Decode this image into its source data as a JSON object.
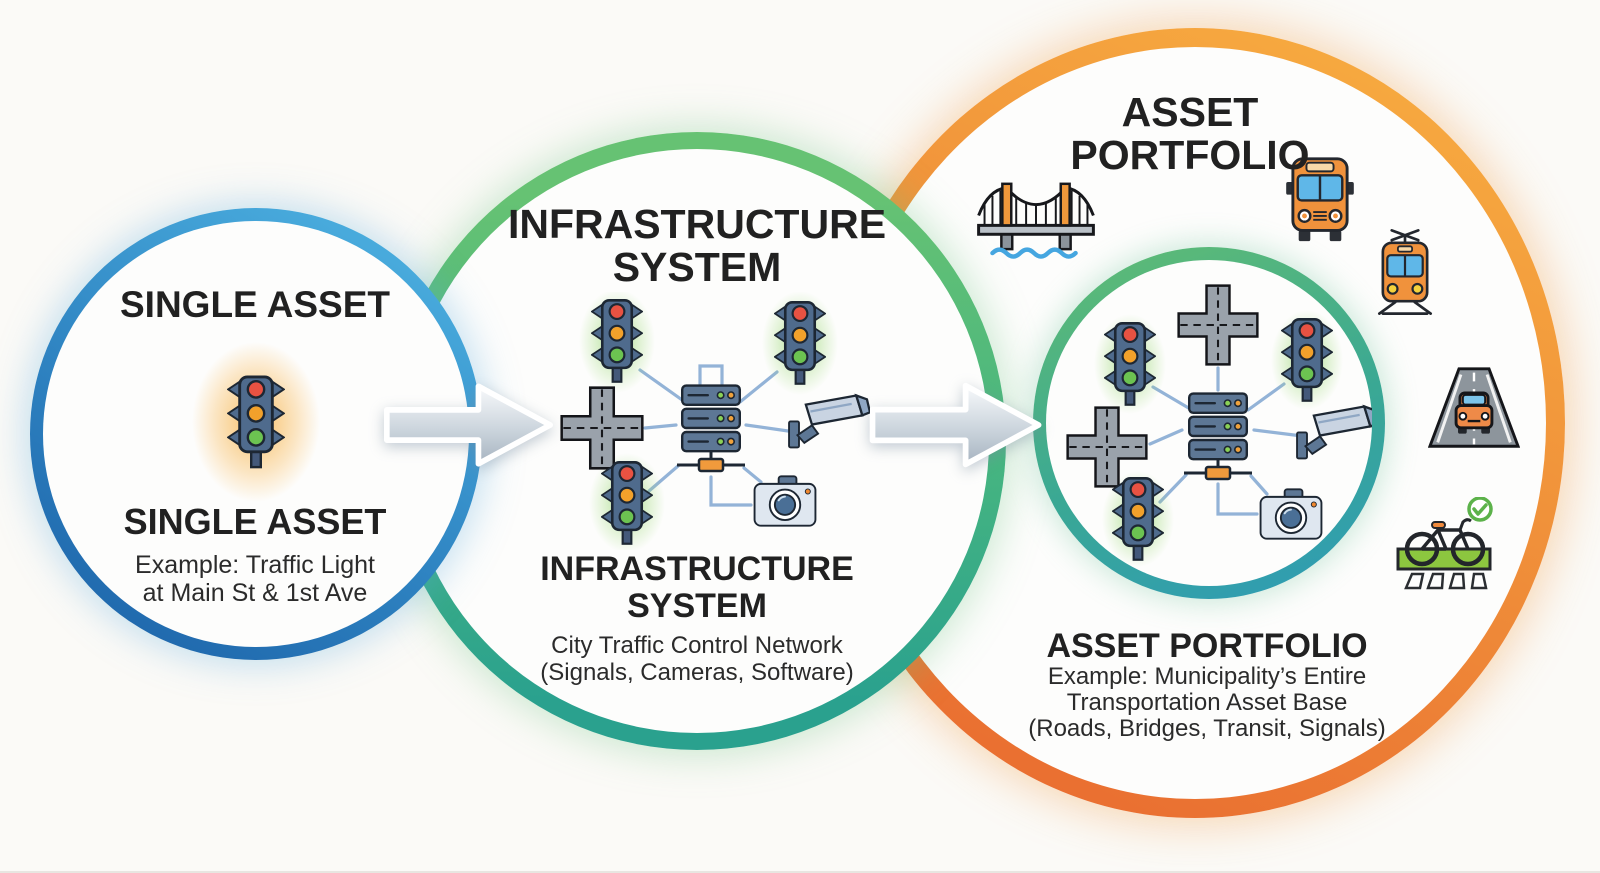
{
  "canvas": {
    "background": "#fbfaf7"
  },
  "stages": [
    {
      "name": "Single Asset",
      "title_lines": [
        "SINGLE ASSET"
      ],
      "label": "SINGLE ASSET",
      "example_lines": [
        "Example: Traffic Light",
        "at Main St & 1st Ave"
      ],
      "ring_gradient": [
        "#4aadde",
        "#1e66ab"
      ],
      "icons": [
        "traffic-light-icon"
      ]
    },
    {
      "name": "Infrastructure System",
      "title_lines": [
        "INFRASTRUCTURE",
        "SYSTEM"
      ],
      "label_lines": [
        "INFRASTRUCTURE",
        "SYSTEM"
      ],
      "example_lines": [
        "City Traffic Control Network",
        "(Signals, Cameras, Software)"
      ],
      "ring_gradient": [
        "#63c172",
        "#2ba28e"
      ],
      "icons": [
        "traffic-light-icon",
        "traffic-light-icon",
        "crossroad-icon",
        "server-icon",
        "cctv-camera-icon",
        "traffic-light-icon",
        "photo-camera-icon"
      ]
    },
    {
      "name": "Asset Portfolio",
      "title_lines": [
        "ASSET",
        "PORTFOLIO"
      ],
      "label": "ASSET PORTFOLIO",
      "example_lines": [
        "Example: Municipality’s Entire",
        "Transportation Asset Base",
        "(Roads, Bridges, Transit, Signals)"
      ],
      "ring_gradient": [
        "#f6a83d",
        "#ea6c31"
      ],
      "inner_ring_gradient": [
        "#5ab878",
        "#2f9db5"
      ],
      "surrounding_icons": [
        "bridge-icon",
        "bus-icon",
        "tram-icon",
        "road-with-car-icon",
        "bike-lane-icon",
        "check-badge-icon"
      ],
      "inner_icons": [
        "crossroad-icon",
        "traffic-light-icon",
        "traffic-light-icon",
        "crossroad-icon",
        "server-icon",
        "cctv-camera-icon",
        "traffic-light-icon",
        "photo-camera-icon"
      ]
    }
  ],
  "arrows": [
    {
      "name": "single-asset-to-infrastructure-system"
    },
    {
      "name": "infrastructure-system-to-asset-portfolio"
    }
  ]
}
